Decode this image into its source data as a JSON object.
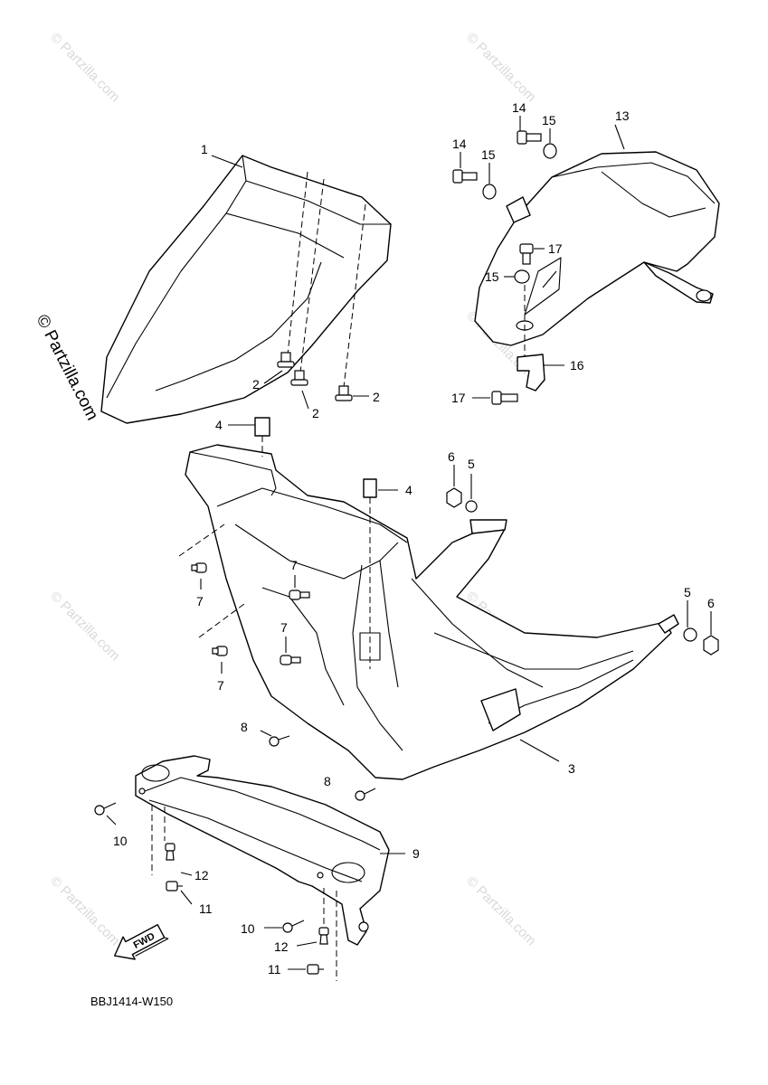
{
  "diagram_code": "BBJ1414-W150",
  "fwd_label": "FWD",
  "watermark": "© Partzilla.com",
  "callouts": {
    "c1": "1",
    "c2a": "2",
    "c2b": "2",
    "c2c": "2",
    "c3": "3",
    "c4a": "4",
    "c4b": "4",
    "c5a": "5",
    "c5b": "5",
    "c6a": "6",
    "c6b": "6",
    "c7a": "7",
    "c7b": "7",
    "c7c": "7",
    "c7d": "7",
    "c8a": "8",
    "c8b": "8",
    "c9": "9",
    "c10a": "10",
    "c10b": "10",
    "c11a": "11",
    "c11b": "11",
    "c12a": "12",
    "c12b": "12",
    "c13": "13",
    "c14a": "14",
    "c14b": "14",
    "c15a": "15",
    "c15b": "15",
    "c15c": "15",
    "c16": "16",
    "c17a": "17",
    "c17b": "17"
  }
}
